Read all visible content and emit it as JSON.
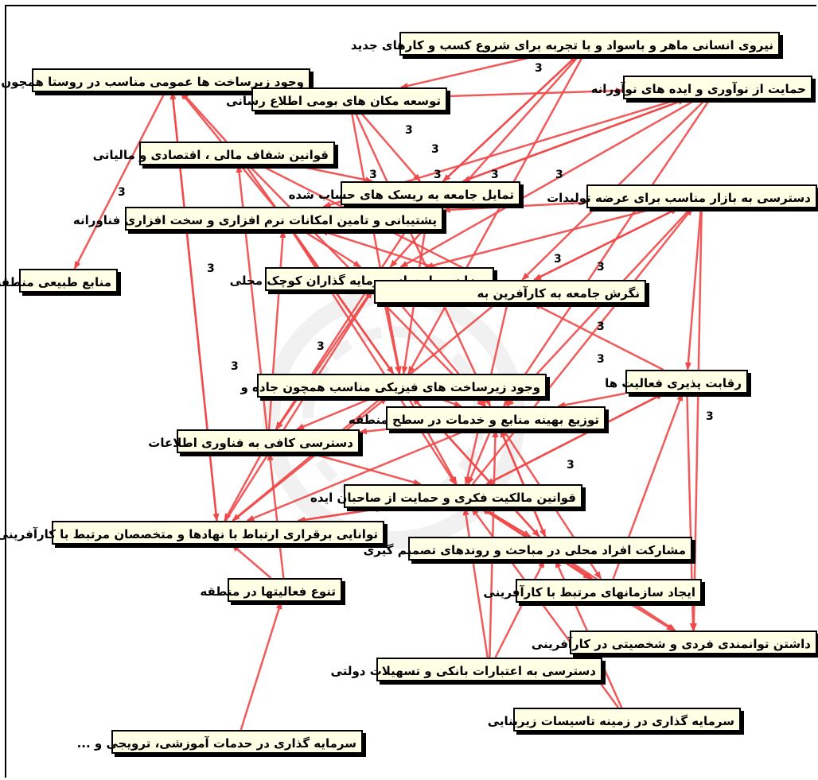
{
  "nodes": [
    {
      "id": "n1",
      "label": "نیروی انسانی ماهر و باسواد و با تجربه برای شروع کسب و کارهای جدید"
    },
    {
      "id": "n2",
      "label": "وجود زیرساخت ها عمومی مناسب در روستا همچون"
    },
    {
      "id": "n3",
      "label": "توسعه مکان های بومی  اطلاع رسانی"
    },
    {
      "id": "n4",
      "label": "حمایت از نوآوری و ایده های نوآورانه"
    },
    {
      "id": "n5",
      "label": "قوانین شفاف مالی ، اقتصادی و مالیاتی"
    },
    {
      "id": "n6",
      "label": "تمایل جامعه به ریسک های حساب شده"
    },
    {
      "id": "n7",
      "label": "دسترسی به بازار مناسب برای عرضه تولیدات"
    },
    {
      "id": "n8",
      "label": "پشتیبانی و تامین امکانات نرم افزاری و سخت افزاری فناورانه"
    },
    {
      "id": "n9",
      "label": "منابع طبیعی منطقه"
    },
    {
      "id": "n10",
      "label": "میزان حمایت از سرمایه گذاران کوچک محلی"
    },
    {
      "id": "n11",
      "label": "نگرش جامعه به کارآفرین به"
    },
    {
      "id": "n12",
      "label": "رقابت پذیری فعالیت ها"
    },
    {
      "id": "n13",
      "label": "وجود زیرساخت های فیزیکی مناسب همچون جاده و"
    },
    {
      "id": "n14",
      "label": "توزیع بهینه منابع و خدمات در سطح منطقه"
    },
    {
      "id": "n15",
      "label": "دسترسی کافی به فناوری اطلاعات"
    },
    {
      "id": "n16",
      "label": "قوانین مالکیت فکری و حمایت از صاحبان ایده"
    },
    {
      "id": "n17",
      "label": "توانایی برقراری ارتباط با نهادها و متخصصان مرتبط با کارآفرینی"
    },
    {
      "id": "n18",
      "label": "مشارکت افراد محلی در مباحث و روندهای تصمیم گیری"
    },
    {
      "id": "n19",
      "label": "ایجاد  سازمانهای مرتبط با کارآفرینی"
    },
    {
      "id": "n20",
      "label": "تنوع فعالیتها در منطقه"
    },
    {
      "id": "n21",
      "label": "داشتن توانمندی فردی و شخصیتی  در کارآفرینی"
    },
    {
      "id": "n22",
      "label": "دسترسی به اعتبارات بانکی و تسهیلات دولتی"
    },
    {
      "id": "n23",
      "label": "سرمایه گذاری در حدمات آموزشی، ترویجی و ..."
    },
    {
      "id": "n24",
      "label": "سرمایه گذاری در زمینه تاسیسات زیربنایی"
    }
  ],
  "edges": [
    [
      "n1",
      "n3"
    ],
    [
      "n1",
      "n13"
    ],
    [
      "n1",
      "n10"
    ],
    [
      "n1",
      "n6"
    ],
    [
      "n2",
      "n9"
    ],
    [
      "n2",
      "n17"
    ],
    [
      "n3",
      "n4"
    ],
    [
      "n3",
      "n2"
    ],
    [
      "n3",
      "n6"
    ],
    [
      "n3",
      "n13"
    ],
    [
      "n3",
      "n14"
    ],
    [
      "n4",
      "n10"
    ],
    [
      "n4",
      "n8"
    ],
    [
      "n4",
      "n11"
    ],
    [
      "n4",
      "n6"
    ],
    [
      "n4",
      "n14"
    ],
    [
      "n5",
      "n2"
    ],
    [
      "n5",
      "n14"
    ],
    [
      "n5",
      "n13"
    ],
    [
      "n5",
      "n6"
    ],
    [
      "n5",
      "n11"
    ],
    [
      "n6",
      "n1"
    ],
    [
      "n6",
      "n4"
    ],
    [
      "n6",
      "n13"
    ],
    [
      "n6",
      "n15"
    ],
    [
      "n7",
      "n10"
    ],
    [
      "n7",
      "n11"
    ],
    [
      "n7",
      "n14"
    ],
    [
      "n7",
      "n12"
    ],
    [
      "n7",
      "n21"
    ],
    [
      "n7",
      "n8"
    ],
    [
      "n8",
      "n2"
    ],
    [
      "n8",
      "n10"
    ],
    [
      "n8",
      "n16"
    ],
    [
      "n8",
      "n13"
    ],
    [
      "n10",
      "n11"
    ],
    [
      "n10",
      "n13"
    ],
    [
      "n10",
      "n15"
    ],
    [
      "n10",
      "n14"
    ],
    [
      "n11",
      "n8"
    ],
    [
      "n11",
      "n16"
    ],
    [
      "n11",
      "n17"
    ],
    [
      "n11",
      "n7"
    ],
    [
      "n12",
      "n11"
    ],
    [
      "n12",
      "n14"
    ],
    [
      "n12",
      "n16"
    ],
    [
      "n12",
      "n21"
    ],
    [
      "n13",
      "n16"
    ],
    [
      "n13",
      "n15"
    ],
    [
      "n13",
      "n14"
    ],
    [
      "n13",
      "n18"
    ],
    [
      "n14",
      "n16"
    ],
    [
      "n14",
      "n15"
    ],
    [
      "n14",
      "n18"
    ],
    [
      "n14",
      "n17"
    ],
    [
      "n14",
      "n19"
    ],
    [
      "n15",
      "n8"
    ],
    [
      "n15",
      "n16"
    ],
    [
      "n15",
      "n17"
    ],
    [
      "n15",
      "n5"
    ],
    [
      "n16",
      "n18"
    ],
    [
      "n16",
      "n17"
    ],
    [
      "n16",
      "n7"
    ],
    [
      "n16",
      "n19"
    ],
    [
      "n16",
      "n12"
    ],
    [
      "n17",
      "n13"
    ],
    [
      "n17",
      "n10"
    ],
    [
      "n17",
      "n2"
    ],
    [
      "n17",
      "n16"
    ],
    [
      "n18",
      "n13"
    ],
    [
      "n18",
      "n14"
    ],
    [
      "n18",
      "n16"
    ],
    [
      "n18",
      "n21"
    ],
    [
      "n18",
      "n19"
    ],
    [
      "n19",
      "n21"
    ],
    [
      "n19",
      "n16"
    ],
    [
      "n19",
      "n12"
    ],
    [
      "n20",
      "n17"
    ],
    [
      "n20",
      "n15"
    ],
    [
      "n22",
      "n16"
    ],
    [
      "n22",
      "n18"
    ],
    [
      "n22",
      "n21"
    ],
    [
      "n22",
      "n14"
    ],
    [
      "n23",
      "n20"
    ],
    [
      "n24",
      "n18"
    ],
    [
      "n24",
      "n16"
    ]
  ],
  "edge_labels": [
    "3",
    "3",
    "3",
    "3",
    "3",
    "3",
    "3",
    "3",
    "3",
    "3",
    "3",
    "3",
    "3",
    "3",
    "3",
    "3",
    "3"
  ]
}
